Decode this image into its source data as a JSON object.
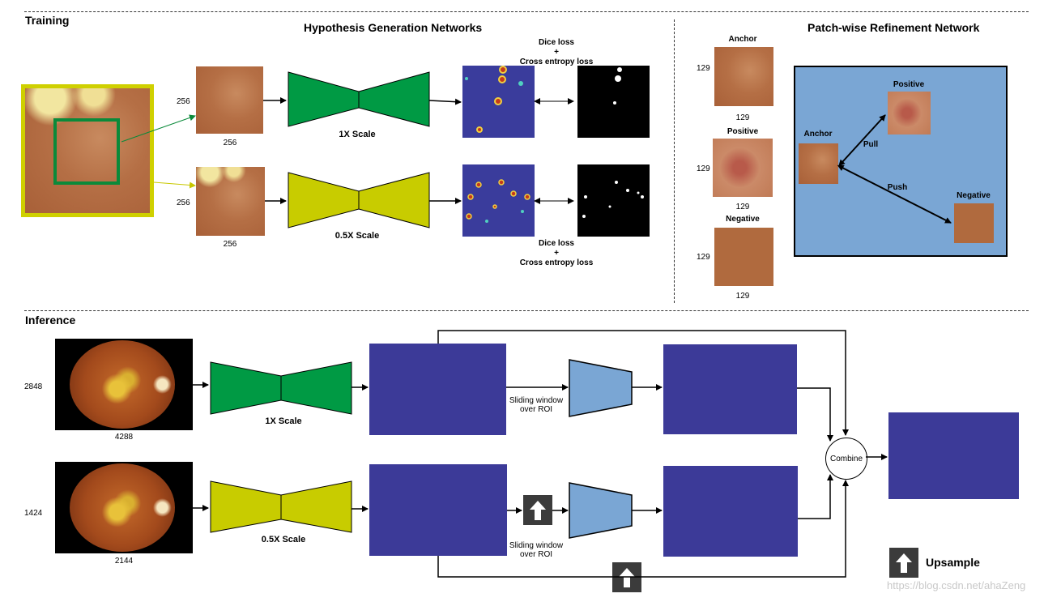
{
  "training": {
    "section_title": "Training",
    "hgn_heading": "Hypothesis Generation Networks",
    "patch_size": "256",
    "scale_1x": "1X Scale",
    "scale_05x": "0.5X Scale",
    "loss_top": [
      "Dice loss",
      "+",
      "Cross entropy loss"
    ],
    "loss_bottom": [
      "Dice loss",
      "+",
      "Cross entropy loss"
    ]
  },
  "refinement": {
    "heading": "Patch-wise Refinement Network",
    "patch_size": "129",
    "anchor": "Anchor",
    "positive": "Positive",
    "negative": "Negative",
    "pull": "Pull",
    "push": "Push"
  },
  "inference": {
    "section_title": "Inference",
    "full_height": "2848",
    "full_width": "4288",
    "half_height": "1424",
    "half_width": "2144",
    "scale_1x": "1X Scale",
    "scale_05x": "0.5X Scale",
    "sliding_window": [
      "Sliding window",
      "over ROI"
    ],
    "combine": "Combine"
  },
  "legend": {
    "upsample": "Upsample"
  },
  "colors": {
    "green_net": "#009a44",
    "yellow_net": "#c8cc00",
    "refine_blue": "#7aa6d4",
    "prob_map": "#3c3a98"
  },
  "watermark": "https://blog.csdn.net/ahaZeng"
}
